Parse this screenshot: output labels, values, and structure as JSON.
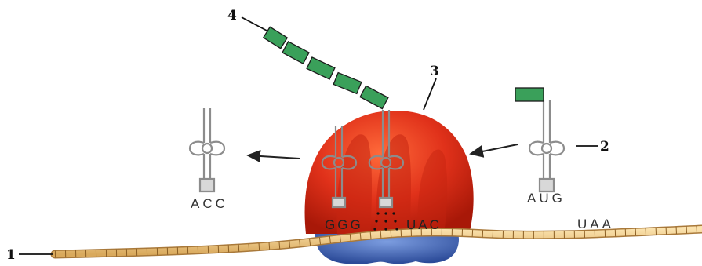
{
  "labels": {
    "mrna": "1",
    "incoming_trna": "2",
    "ribosome": "3",
    "polypeptide": "4"
  },
  "codons": {
    "exiting_trna_anticodon": "ACC",
    "incoming_trna_anticodon": "AUG",
    "ribosome_codon_left": "GGG",
    "ribosome_codon_right": "UAC",
    "mrna_downstream": "UAA"
  },
  "colors": {
    "ribosome_large": "#e0311a",
    "ribosome_small": "#3a5fb4",
    "mrna": "#f2cf8e",
    "amino_acid": "#3aa05a",
    "trna": "#9a9a9a"
  }
}
